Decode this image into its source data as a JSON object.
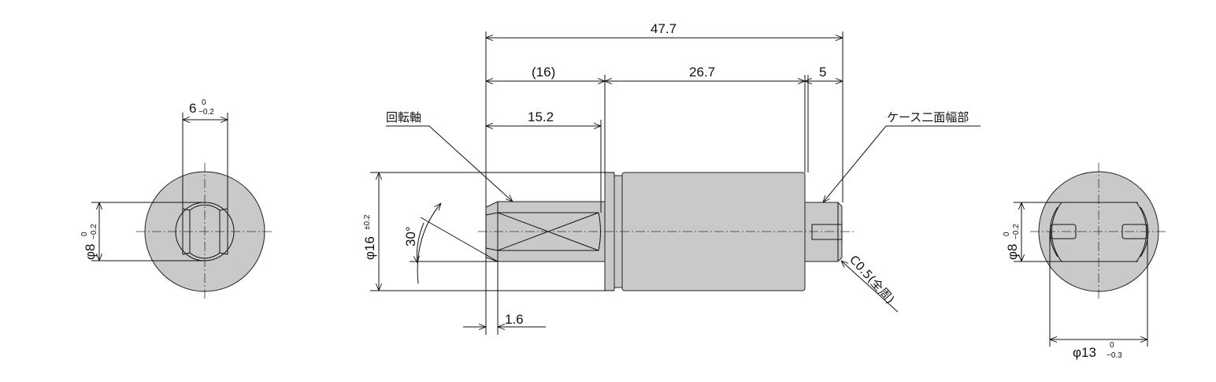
{
  "colors": {
    "part_fill": "#c9c9c9",
    "line": "#111111"
  },
  "left_view": {
    "width_dim": "6",
    "width_tol_upper": "0",
    "width_tol_lower": "−0.2",
    "dia_dim": "φ8",
    "dia_tol_upper": "0",
    "dia_tol_lower": "−0.2"
  },
  "side_view": {
    "overall_length": "47.7",
    "shaft_length": "(16)",
    "body_length": "26.7",
    "stem_length": "5",
    "flat_length": "15.2",
    "dia_dim": "φ16",
    "dia_tol": "±0.2",
    "angle": "30°",
    "chamfer_length": "1.6",
    "label_shaft": "回転軸",
    "label_flats": "ケース二面幅部",
    "chamfer_note": "C0.5(全周)"
  },
  "right_view": {
    "dia_dim": "φ8",
    "dia_tol_upper": "0",
    "dia_tol_lower": "−0.2",
    "outer_dim": "φ13",
    "outer_tol_upper": "0",
    "outer_tol_lower": "−0.3"
  }
}
